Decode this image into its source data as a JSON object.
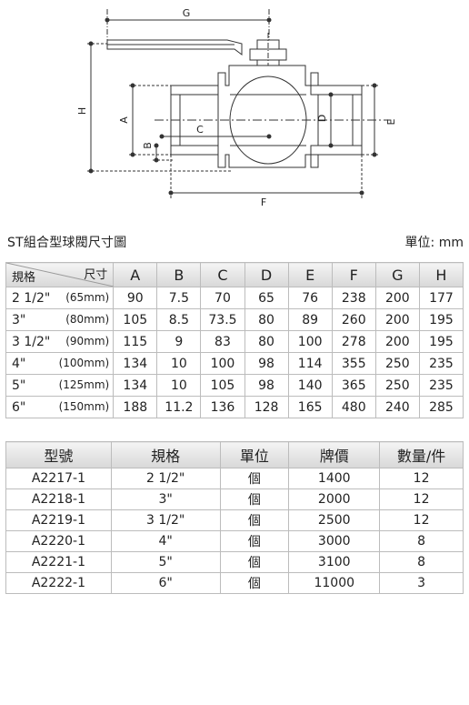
{
  "drawing": {
    "labels": {
      "g": "G",
      "h": "H",
      "a": "A",
      "b": "B",
      "c": "C",
      "d": "D",
      "e": "E",
      "f": "F"
    }
  },
  "header": {
    "title": "ST組合型球閥尺寸圖",
    "unit": "單位: mm"
  },
  "dimension_table": {
    "corner_top": "尺寸",
    "corner_bottom": "規格",
    "columns": [
      "A",
      "B",
      "C",
      "D",
      "E",
      "F",
      "G",
      "H"
    ],
    "rows": [
      {
        "size": "2 1/2\"",
        "mm": "(65mm)",
        "values": [
          "90",
          "7.5",
          "70",
          "65",
          "76",
          "238",
          "200",
          "177"
        ]
      },
      {
        "size": "3\"",
        "mm": "(80mm)",
        "values": [
          "105",
          "8.5",
          "73.5",
          "80",
          "89",
          "260",
          "200",
          "195"
        ]
      },
      {
        "size": "3 1/2\"",
        "mm": "(90mm)",
        "values": [
          "115",
          "9",
          "83",
          "80",
          "100",
          "278",
          "200",
          "195"
        ]
      },
      {
        "size": "4\"",
        "mm": "(100mm)",
        "values": [
          "134",
          "10",
          "100",
          "98",
          "114",
          "355",
          "250",
          "235"
        ]
      },
      {
        "size": "5\"",
        "mm": "(125mm)",
        "values": [
          "134",
          "10",
          "105",
          "98",
          "140",
          "365",
          "250",
          "235"
        ]
      },
      {
        "size": "6\"",
        "mm": "(150mm)",
        "values": [
          "188",
          "11.2",
          "136",
          "128",
          "165",
          "480",
          "240",
          "285"
        ]
      }
    ]
  },
  "model_table": {
    "headers": [
      "型號",
      "規格",
      "單位",
      "牌價",
      "數量/件"
    ],
    "rows": [
      [
        "A2217-1",
        "2 1/2\"",
        "個",
        "1400",
        "12"
      ],
      [
        "A2218-1",
        "3\"",
        "個",
        "2000",
        "12"
      ],
      [
        "A2219-1",
        "3 1/2\"",
        "個",
        "2500",
        "12"
      ],
      [
        "A2220-1",
        "4\"",
        "個",
        "3000",
        "8"
      ],
      [
        "A2221-1",
        "5\"",
        "個",
        "3100",
        "8"
      ],
      [
        "A2222-1",
        "6\"",
        "個",
        "11000",
        "3"
      ]
    ]
  }
}
